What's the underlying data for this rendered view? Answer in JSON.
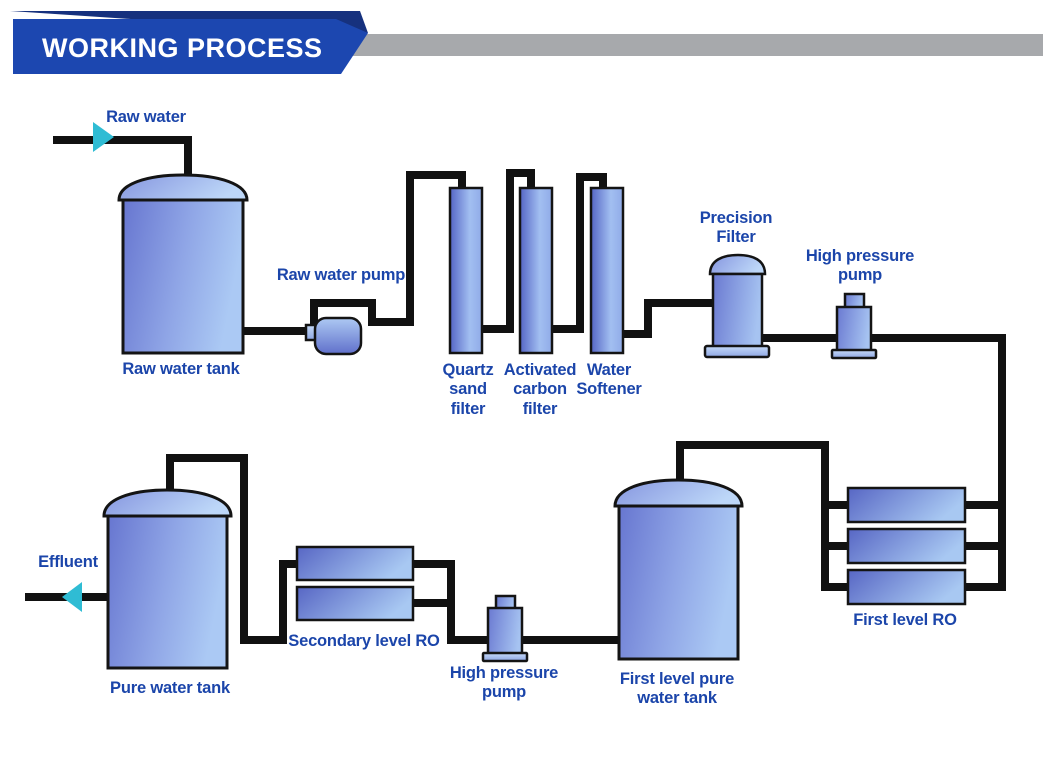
{
  "header": {
    "title": "WORKING PROCESS"
  },
  "colors": {
    "banner-blue": "#1c47b0",
    "banner-navy": "#16317e",
    "banner-gray": "#a7a9ac",
    "label-blue": "#1b45aa",
    "pipe-black": "#111111",
    "arrow-cyan": "#2fbcd4",
    "vessel-dark": "#5766c4",
    "vessel-light": "#a8c8f2"
  },
  "stages": {
    "raw_water": "Raw water",
    "raw_water_tank": "Raw water tank",
    "raw_water_pump": "Raw water pump",
    "quartz_sand_filter": "Quartz\nsand\nfilter",
    "activated_carbon_filter": "Activated\ncarbon\nfilter",
    "water_softener": "Water\nSoftener",
    "precision_filter": "Precision\nFilter",
    "high_pressure_pump_1": "High pressure\npump",
    "first_level_ro": "First level RO",
    "first_level_pure_water_tank": "First level pure\nwater tank",
    "high_pressure_pump_2": "High pressure\npump",
    "secondary_level_ro": "Secondary level RO",
    "pure_water_tank": "Pure water tank",
    "effluent": "Effluent"
  }
}
